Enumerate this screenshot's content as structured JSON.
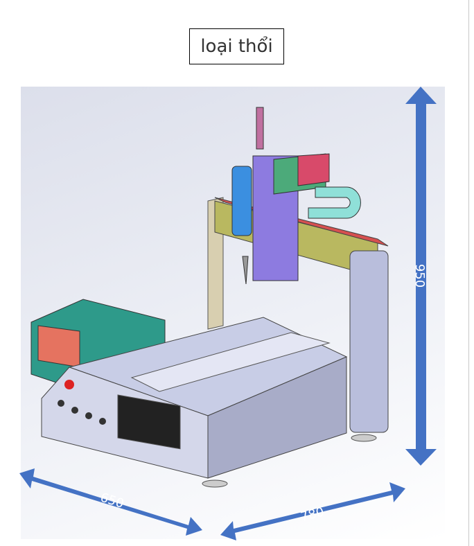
{
  "title": "loại thổi",
  "dimensions": {
    "height": "950",
    "depth": "650",
    "width": "780"
  },
  "colors": {
    "arrow": "#4472c4",
    "title_border": "#000000"
  }
}
